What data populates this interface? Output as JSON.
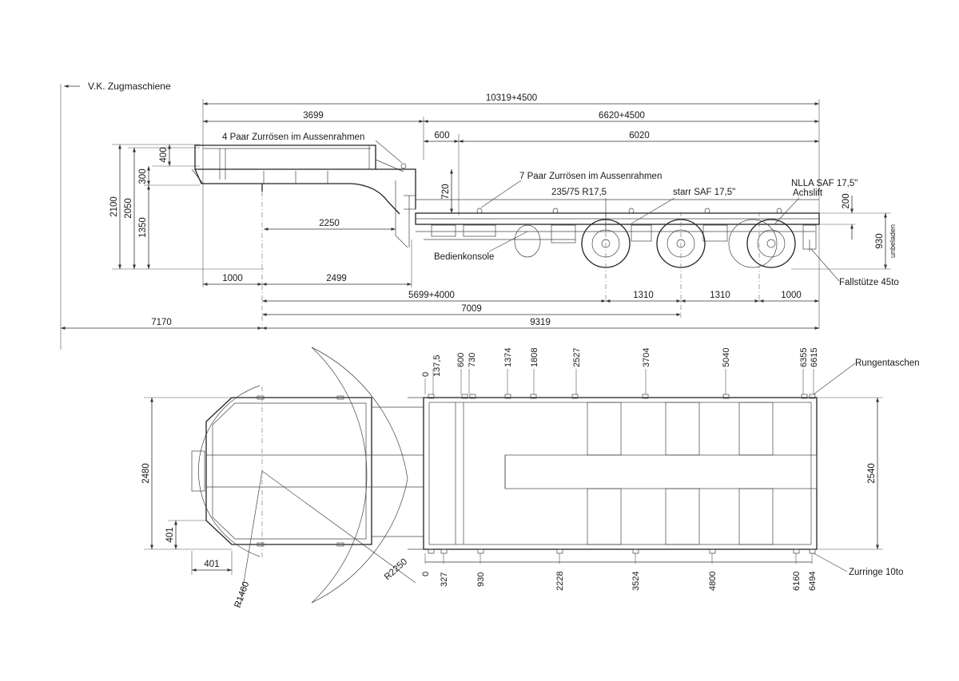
{
  "side_view": {
    "vk_label": "V.K. Zugmaschiene",
    "dims": {
      "total": "10319+4500",
      "d3699": "3699",
      "d6620": "6620+4500",
      "d600": "600",
      "d6020": "6020",
      "d400": "400",
      "d300": "300",
      "d2100": "2100",
      "d2050": "2050",
      "d1350": "1350",
      "d720": "720",
      "d2250": "2250",
      "d200": "200",
      "d930": "930",
      "d930_note": "unbeladen",
      "d1000a": "1000",
      "d2499": "2499",
      "d5699": "5699+4000",
      "d1310a": "1310",
      "d1310b": "1310",
      "d1000b": "1000",
      "d7009": "7009",
      "d7170": "7170",
      "d9319": "9319"
    },
    "notes": {
      "lashing4": "4 Paar Zurrösen im Aussenrahmen",
      "lashing7": "7 Paar Zurrösen im Aussenrahmen",
      "tyre": "235/75 R17,5",
      "axle_rigid": "starr SAF 17,5\"",
      "axle_lift_1": "NLLA SAF 17,5\"",
      "axle_lift_2": "Achslift",
      "console": "Bedienkonsole",
      "support": "Fallstütze 45to"
    }
  },
  "top_view": {
    "top_ticks": [
      "0",
      "137,5",
      "600",
      "730",
      "1374",
      "1808",
      "2527",
      "3704",
      "5040",
      "6355",
      "6615"
    ],
    "bottom_ticks": [
      "0",
      "327",
      "930",
      "2228",
      "3524",
      "4800",
      "6160",
      "6494"
    ],
    "dims": {
      "d2480": "2480",
      "d2540": "2540",
      "d401a": "401",
      "d401b": "401",
      "r2250": "R2250",
      "r1460": "R1460"
    },
    "notes": {
      "stake_pockets": "Rungentaschen",
      "lashing_rings": "Zurringe 10to"
    }
  }
}
